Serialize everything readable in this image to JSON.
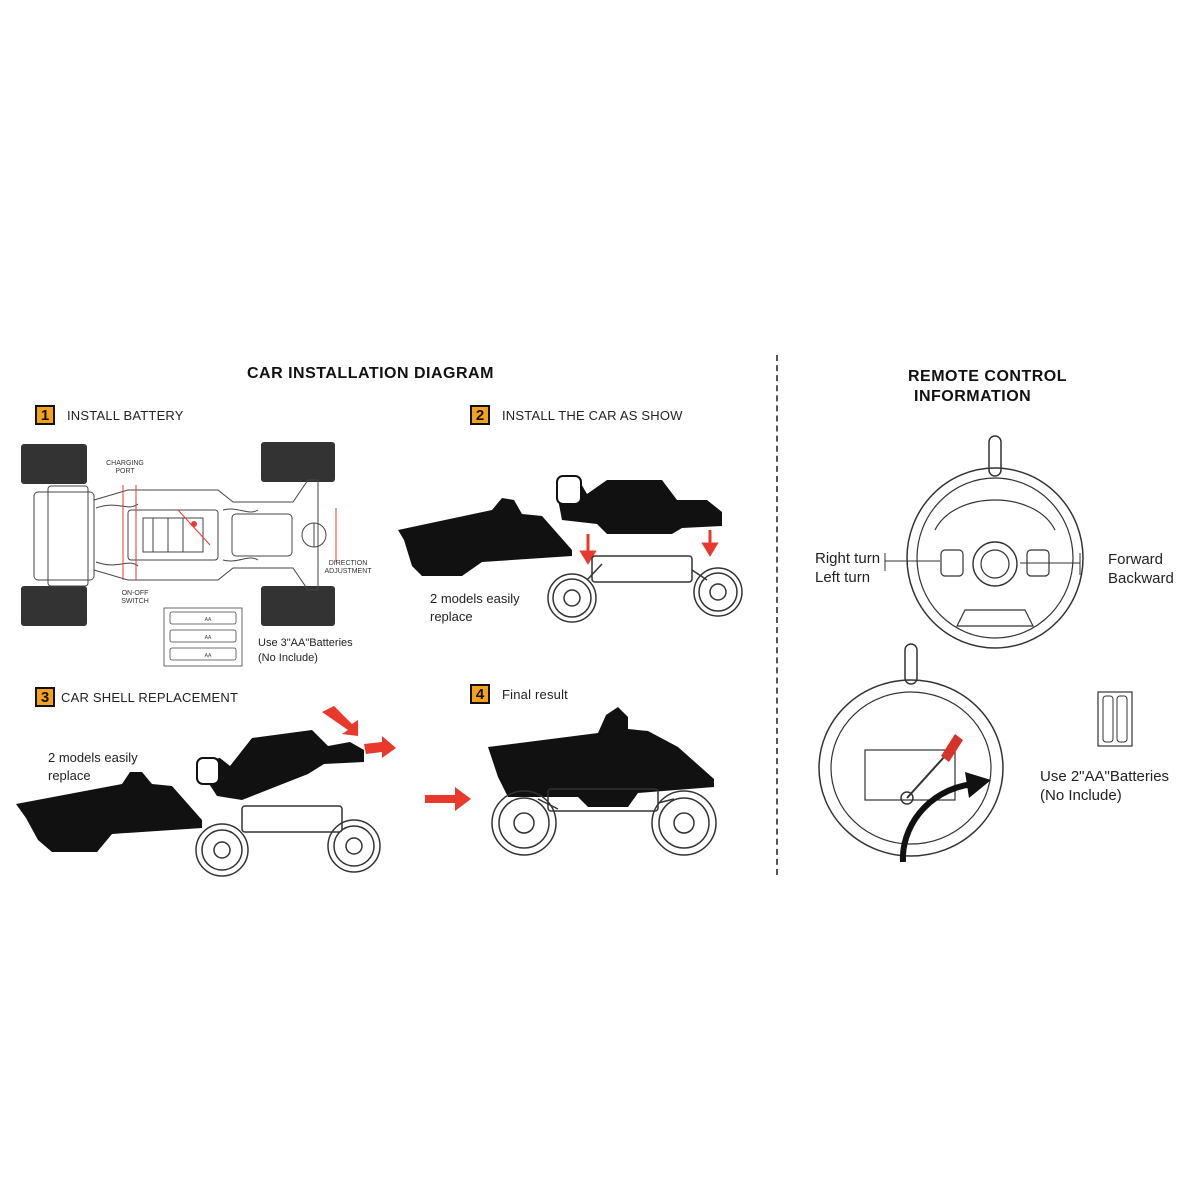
{
  "left_heading": "CAR INSTALLATION DIAGRAM",
  "right_heading_line1": "REMOTE CONTROL",
  "right_heading_line2": "INFORMATION",
  "steps": [
    {
      "num": "1",
      "label": "INSTALL BATTERY"
    },
    {
      "num": "2",
      "label": "INSTALL THE CAR AS SHOW"
    },
    {
      "num": "3",
      "label": "CAR SHELL REPLACEMENT"
    },
    {
      "num": "4",
      "label": "Final result"
    }
  ],
  "chassis_labels": {
    "charging_port_1": "CHARGING",
    "charging_port_2": "PORT",
    "onoff_1": "ON-OFF",
    "onoff_2": "SWITCH",
    "direction_1": "DIRECTION",
    "direction_2": "ADJUSTMENT"
  },
  "car_battery_note_1": "Use 3\"AA\"Batteries",
  "car_battery_note_2": "(No Include)",
  "models_note_1": "2 models easily",
  "models_note_2": "replace",
  "remote_labels": {
    "right_turn": "Right turn",
    "left_turn": "Left turn",
    "forward": "Forward",
    "backward": "Backward"
  },
  "remote_battery_note_1": "Use 2\"AA\"Batteries",
  "remote_battery_note_2": "(No Include)",
  "battery_text": "AA",
  "colors": {
    "step_badge": "#f3a21a",
    "arrow_red": "#e8392c",
    "silhouette": "#111111"
  }
}
